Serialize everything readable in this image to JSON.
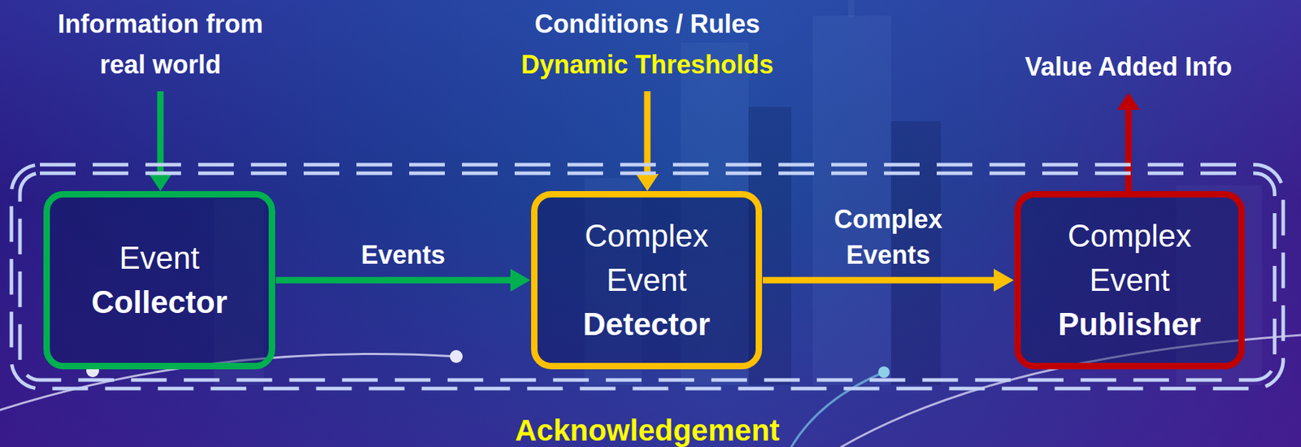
{
  "diagram": {
    "nodes": [
      {
        "text": [
          "Acknowledgement"
        ]
      },
      {
        "text": [
          "Event",
          "Collector"
        ],
        "in": 0
      },
      {
        "text": [
          "Complex Event",
          "Detector"
        ],
        "in": 0
      },
      {
        "text": [
          "Complex Event",
          "Publisher"
        ],
        "in": 0
      }
    ],
    "edges": [
      {
        "from": 1,
        "to": 2,
        "arrow": "to",
        "label": "Events"
      },
      {
        "from": 2,
        "to": 3,
        "arrow": "to",
        "label": "Complex Events"
      }
    ],
    "labels": [
      "Information from real world",
      "Conditions / Rules",
      "Dynamic Thresholds",
      "Value Added Info"
    ]
  }
}
